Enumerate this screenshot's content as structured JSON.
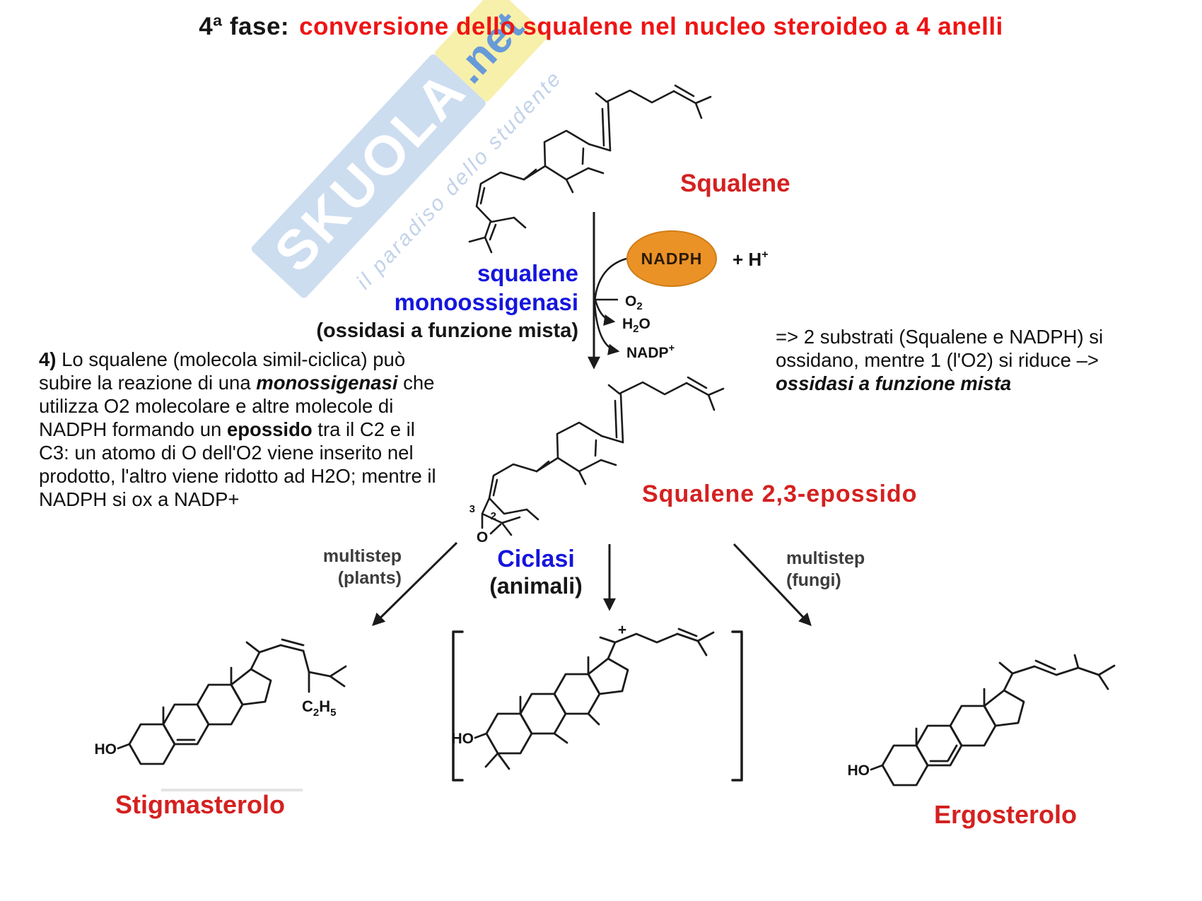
{
  "title": {
    "prefix": "4ª fase:",
    "main": "conversione dello squalene nel nucleo steroideo a 4 anelli"
  },
  "watermark": {
    "brand": "SKUOLA",
    "tld": ".net",
    "tagline": "il paradiso dello studente"
  },
  "enzyme": {
    "line1": "squalene",
    "line2": "monoossigenasi",
    "note": "(ossidasi a funzione mista)"
  },
  "cofactors": {
    "nadph": "NADPH",
    "plus_h_base": "+ H",
    "plus_h_sup": "+",
    "o2_base": "O",
    "o2_sub": "2",
    "h2o_h": "H",
    "h2o_sub": "2",
    "h2o_o": "O",
    "nadp_base": "NADP",
    "nadp_sup": "+"
  },
  "left_note": {
    "seg_num": "4)",
    "seg_a": " Lo squalene (molecola simil-ciclica) può subire la reazione di una ",
    "seg_enzyme": "monossigenasi",
    "seg_b": " che utilizza O2 molecolare e altre molecole di NADPH formando un ",
    "seg_epoxide": "epossido",
    "seg_c": " tra il C2 e il C3: un atomo di O dell'O2 viene inserito nel prodotto, l'altro viene ridotto ad H2O; mentre il NADPH si ox a NADP+"
  },
  "right_note": {
    "seg_a": "=> 2 substrati (Squalene e NADPH) si ossidano, mentre 1 (l'O2) si riduce –> ",
    "seg_b": "ossidasi a funzione mista"
  },
  "branches": {
    "left": {
      "line1": "multistep",
      "line2": "(plants)"
    },
    "center": {
      "line1": "Ciclasi",
      "line2": "(animali)"
    },
    "right": {
      "line1": "multistep",
      "line2": "(fungi)"
    }
  },
  "molecules": {
    "squalene": {
      "label": "Squalene"
    },
    "epoxide": {
      "label": "Squalene 2,3-epossido",
      "o": "O",
      "c3": "3",
      "c2": "2"
    },
    "stigmasterol": {
      "label": "Stigmasterolo",
      "ho": "HO",
      "ethyl_c": "C",
      "ethyl_c_sub": "2",
      "ethyl_h": "H",
      "ethyl_h_sub": "5"
    },
    "cation": {
      "ho": "HO",
      "charge": "+"
    },
    "ergosterol": {
      "label": "Ergosterolo",
      "ho": "HO"
    }
  },
  "colors": {
    "title_red": "#ee1414",
    "label_red": "#d42120",
    "enzyme_blue": "#1515dd",
    "nadph_orange": "#ea9226",
    "structure_ink": "#1b1b1b",
    "branch_gray": "#3d3d3d",
    "watermark_blue": "#cdddf0",
    "watermark_yellow": "#f7f0ab"
  }
}
